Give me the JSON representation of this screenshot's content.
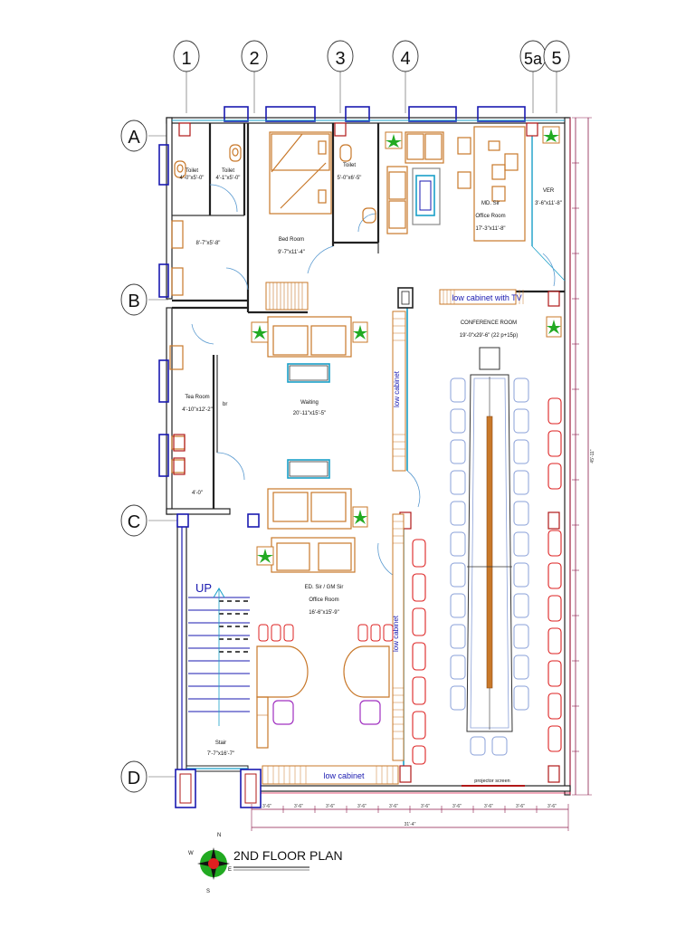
{
  "grid": {
    "columns": [
      "1",
      "2",
      "3",
      "4",
      "5a",
      "5"
    ],
    "rows": [
      "A",
      "B",
      "C",
      "D"
    ]
  },
  "rooms": {
    "toilet1": {
      "name": "Toilet",
      "size": "4'-0\"x5'-0\""
    },
    "toilet2": {
      "name": "Toilet",
      "size": "4'-1\"x5'-0\""
    },
    "toilet3": {
      "name": "Toilet",
      "size": "5'-0\"x6'-5\""
    },
    "passage": {
      "size": "8'-7\"x5'-8\""
    },
    "bedroom": {
      "name": "Bed Room",
      "size": "9'-7\"x11'-4\""
    },
    "md_office": {
      "name1": "MD. Sir",
      "name2": "Office Room",
      "size": "17'-3\"x11'-8\""
    },
    "ver": {
      "name": "VER",
      "size": "3'-6\"x11'-8\""
    },
    "tea_room": {
      "name": "Tea Room",
      "size": "4'-10\"x12'-2\""
    },
    "waiting": {
      "name": "Waiting",
      "size": "20'-11\"x15'-5\""
    },
    "conference": {
      "name": "CONFERENCE ROOM",
      "size": "19'-0\"x29'-6\" (22 p+15p)"
    },
    "ed_office": {
      "name1": "ED. Sir / GM Sir",
      "name2": "Office Room",
      "size": "16'-6\"x15'-9\""
    },
    "stair": {
      "name": "Stair",
      "size": "7'-7\"x16'-7\""
    }
  },
  "labels": {
    "low_cabinet_tv": "low cabinet with TV",
    "low_cabinet_v1": "low cabinet",
    "low_cabinet_v2": "low cabinet",
    "low_cabinet_h": "low cabinet",
    "projector_screen": "projector screen",
    "up": "UP",
    "tea_dim": "4'-0\"",
    "br": "br"
  },
  "plan_title": "2ND FLOOR PLAN",
  "compass": {
    "n": "N",
    "s": "S",
    "e": "E",
    "w": "W"
  },
  "dimensions": {
    "bottom_segments": [
      "3'-6\"",
      "3'-6\"",
      "3'-6\"",
      "3'-6\"",
      "3'-6\"",
      "3'-6\"",
      "3'-6\"",
      "3'-6\"",
      "3'-6\"",
      "3'-6\""
    ],
    "bottom_total": "31'-4\"",
    "right_total": "45'-11\""
  },
  "colors": {
    "wall": "#222222",
    "furniture": "#c8782a",
    "window": "#1a1ab0",
    "dimension": "#8b1a4a",
    "chair_blue": "#8aa0d8",
    "chair_red": "#dd2222",
    "plant": "#22aa22",
    "cyan_glass": "#1aa0c8"
  }
}
